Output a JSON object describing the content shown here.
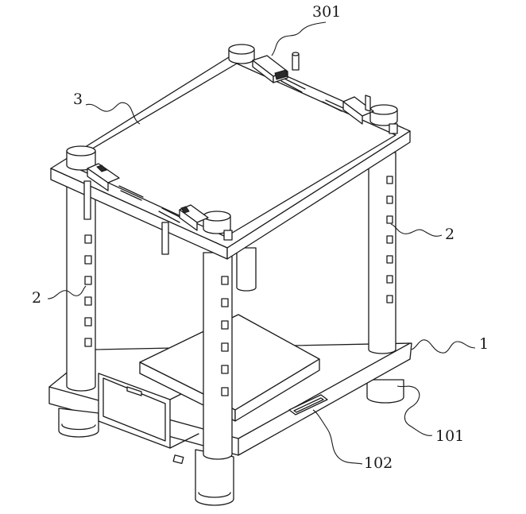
{
  "labels": {
    "l301": "301",
    "l3": "3",
    "l2_right": "2",
    "l2_left": "2",
    "l1": "1",
    "l101": "101",
    "l102": "102"
  }
}
